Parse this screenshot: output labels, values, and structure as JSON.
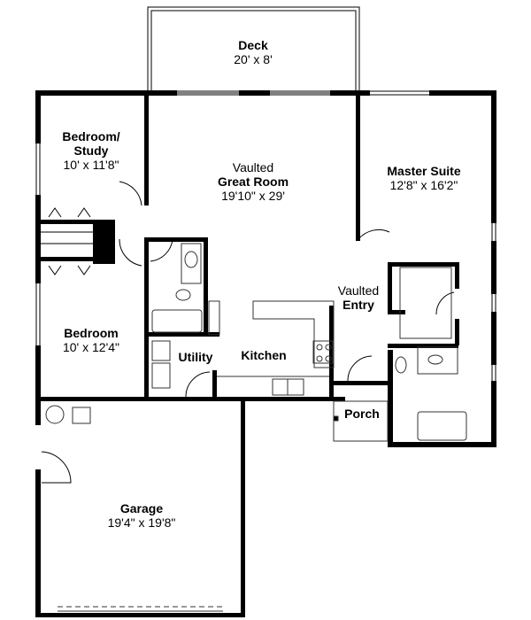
{
  "plan": {
    "rooms": [
      {
        "id": "deck",
        "name": "Deck",
        "dims": "20' x 8'"
      },
      {
        "id": "bedroom-study",
        "name": "Bedroom/",
        "name2": "Study",
        "dims": "10' x 11'8\""
      },
      {
        "id": "great-room",
        "prefix": "Vaulted",
        "name": "Great Room",
        "dims": "19'10\" x 29'"
      },
      {
        "id": "master-suite",
        "name": "Master Suite",
        "dims": "12'8\" x 16'2\""
      },
      {
        "id": "bedroom",
        "name": "Bedroom",
        "dims": "10' x 12'4\""
      },
      {
        "id": "utility",
        "name": "Utility"
      },
      {
        "id": "kitchen",
        "name": "Kitchen"
      },
      {
        "id": "entry",
        "prefix": "Vaulted",
        "name": "Entry"
      },
      {
        "id": "porch",
        "name": "Porch"
      },
      {
        "id": "garage",
        "name": "Garage",
        "dims": "19'4\" x 19'8\""
      }
    ],
    "colors": {
      "wall": "#000000",
      "fixture": "#333333",
      "background": "#ffffff"
    }
  }
}
